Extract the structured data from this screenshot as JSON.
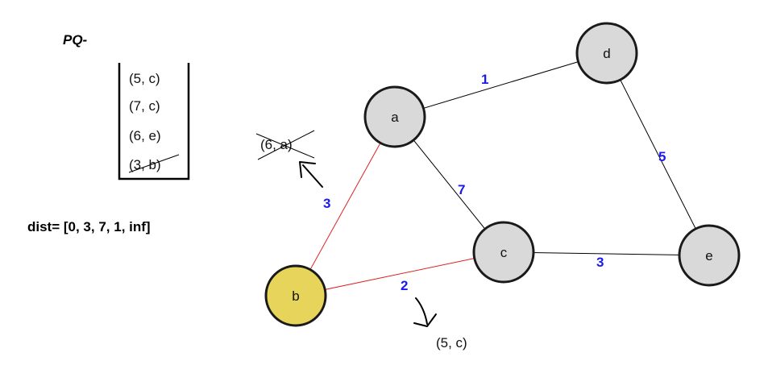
{
  "pq": {
    "label": "PQ-",
    "items": [
      {
        "text": "(5, c)",
        "struck": false
      },
      {
        "text": "(7, c)",
        "struck": false
      },
      {
        "text": "(6, e)",
        "struck": false
      },
      {
        "text": "(3, b)",
        "struck": true
      }
    ]
  },
  "dist_text": "dist= [0, 3, 7, 1, inf]",
  "nodes": [
    {
      "id": "a",
      "label": "a",
      "fill": "#d9d9d9"
    },
    {
      "id": "b",
      "label": "b",
      "fill": "#e6d55a"
    },
    {
      "id": "c",
      "label": "c",
      "fill": "#d9d9d9"
    },
    {
      "id": "d",
      "label": "d",
      "fill": "#d9d9d9"
    },
    {
      "id": "e",
      "label": "e",
      "fill": "#d9d9d9"
    }
  ],
  "edges": [
    {
      "from": "a",
      "to": "d",
      "weight": "1",
      "color": "#000000"
    },
    {
      "from": "a",
      "to": "c",
      "weight": "7",
      "color": "#000000"
    },
    {
      "from": "a",
      "to": "b",
      "weight": "3",
      "color": "#e02020"
    },
    {
      "from": "b",
      "to": "c",
      "weight": "2",
      "color": "#e02020"
    },
    {
      "from": "c",
      "to": "e",
      "weight": "3",
      "color": "#000000"
    },
    {
      "from": "d",
      "to": "e",
      "weight": "5",
      "color": "#000000"
    }
  ],
  "annotations": {
    "struck_pair": "(6, a)",
    "pushed_pair": "(5, c)"
  },
  "colors": {
    "weight": "#1a1aee",
    "highlight_edge": "#e02020",
    "visited_node": "#e6d55a",
    "node": "#d9d9d9"
  }
}
